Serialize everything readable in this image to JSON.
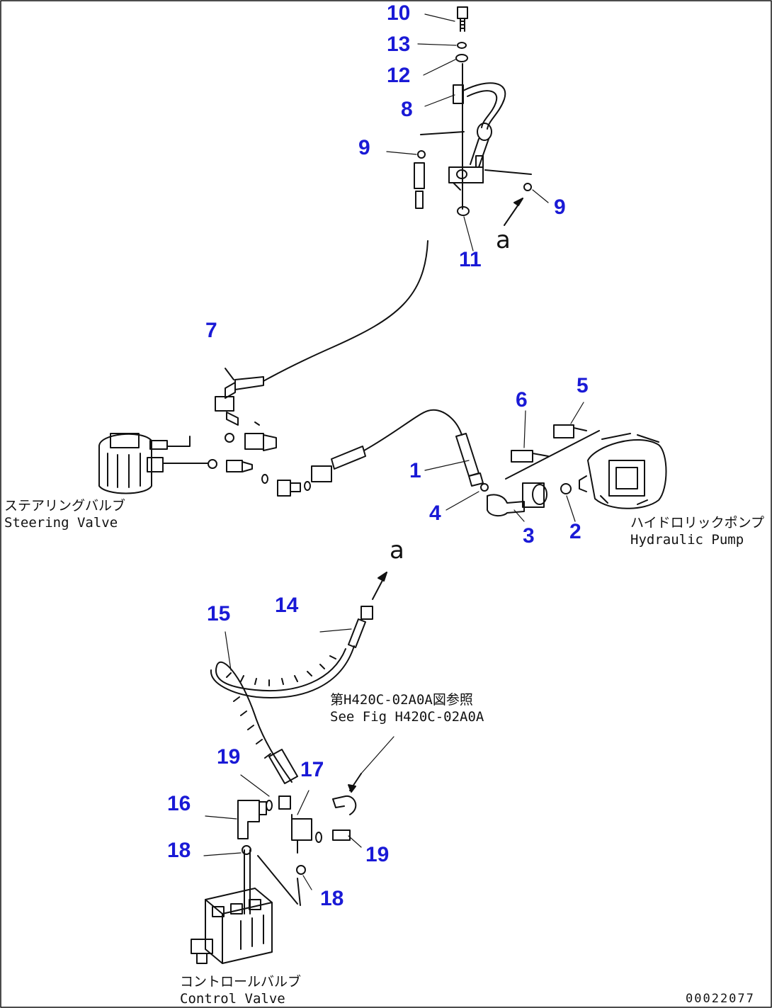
{
  "callouts": {
    "c10": "10",
    "c13": "13",
    "c12": "12",
    "c8": "8",
    "c9a": "9",
    "c9b": "9",
    "c11": "11",
    "c7": "7",
    "c6": "6",
    "c5": "5",
    "c1": "1",
    "c4": "4",
    "c3": "3",
    "c2": "2",
    "c14": "14",
    "c15": "15",
    "c19a": "19",
    "c17": "17",
    "c16": "16",
    "c18a": "18",
    "c19b": "19",
    "c18b": "18"
  },
  "arrow_labels": {
    "upper": "a",
    "lower": "a"
  },
  "captions": {
    "steering_jp": "ステアリングバルブ",
    "steering_en": "Steering Valve",
    "pump_jp": "ハイドロリックポンプ",
    "pump_en": "Hydraulic Pump",
    "seefig_jp": "第H420C-02A0A図参照",
    "seefig_en": "See Fig H420C-02A0A",
    "control_jp": "コントロールバルブ",
    "control_en": "Control Valve"
  },
  "doc_number": "00022077",
  "colors": {
    "callout": "#1a1ad6",
    "line": "#111111"
  }
}
